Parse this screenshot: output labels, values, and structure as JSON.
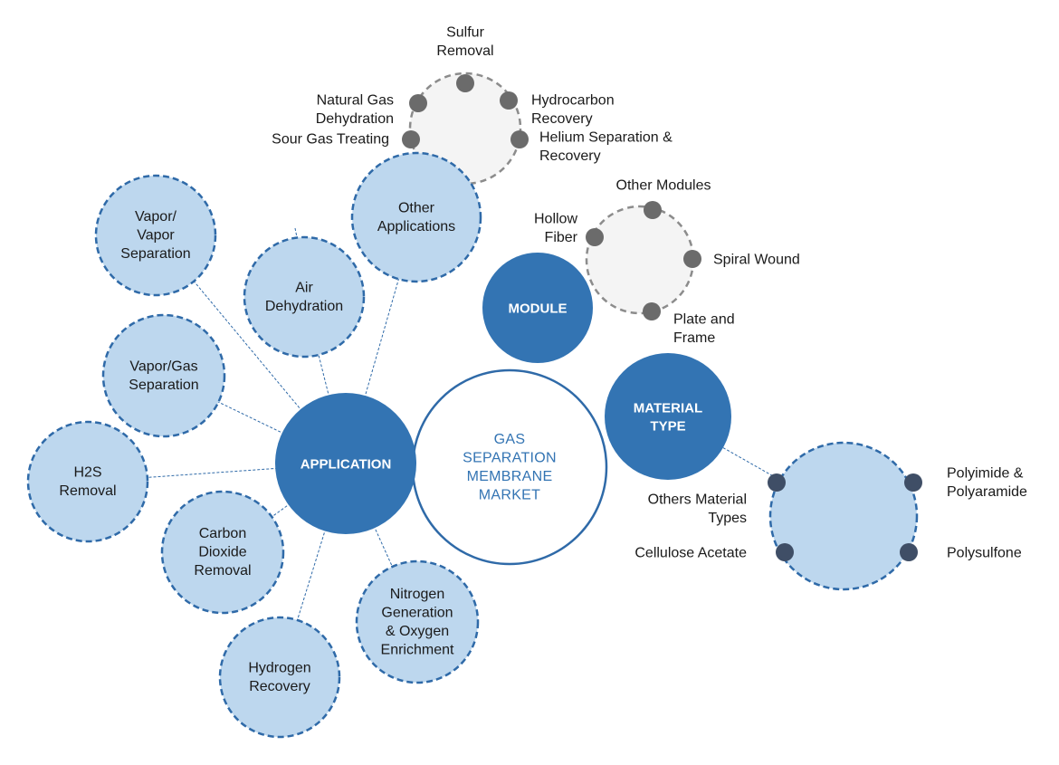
{
  "title": "Gas Separation Membrane Market",
  "colors": {
    "hub_fill": "#3374b3",
    "leaf_fill": "#bdd7ee",
    "leaf_stroke": "#2f6aa8",
    "center_stroke": "#2f6aa8",
    "center_text": "#3374b3",
    "gray_fill": "#f4f4f4",
    "gray_stroke": "#8c8c8c",
    "gray_dot": "#6b6b6b",
    "navy_dot": "#3f4e66"
  },
  "center": {
    "lines": [
      "GAS",
      "SEPARATION",
      "MEMBRANE",
      "MARKET"
    ]
  },
  "hubs": {
    "application": {
      "lines": [
        "APPLICATION"
      ]
    },
    "module": {
      "lines": [
        "MODULE"
      ]
    },
    "material_type": {
      "lines": [
        "MATERIAL",
        "TYPE"
      ]
    }
  },
  "application_segments": [
    {
      "id": "other-applications",
      "lines": [
        "Other",
        "Applications"
      ]
    },
    {
      "id": "air-dehydration",
      "lines": [
        "Air",
        "Dehydration"
      ]
    },
    {
      "id": "vapor-vapor-separation",
      "lines": [
        "Vapor/",
        "Vapor",
        "Separation"
      ]
    },
    {
      "id": "vapor-gas-separation",
      "lines": [
        "Vapor/Gas",
        "Separation"
      ]
    },
    {
      "id": "h2s-removal",
      "lines": [
        "H2S",
        "Removal"
      ]
    },
    {
      "id": "carbon-dioxide-removal",
      "lines": [
        "Carbon",
        "Dioxide",
        "Removal"
      ]
    },
    {
      "id": "hydrogen-recovery",
      "lines": [
        "Hydrogen",
        "Recovery"
      ]
    },
    {
      "id": "nitrogen-generation",
      "lines": [
        "Nitrogen",
        "Generation",
        "& Oxygen",
        "Enrichment"
      ]
    }
  ],
  "other_applications_items": [
    {
      "id": "sulfur-removal",
      "lines": [
        "Sulfur",
        "Removal"
      ]
    },
    {
      "id": "natural-gas-dehydration",
      "lines": [
        "Natural Gas",
        "Dehydration"
      ]
    },
    {
      "id": "sour-gas-treating",
      "lines": [
        "Sour Gas Treating"
      ]
    },
    {
      "id": "hydrocarbon-recovery",
      "lines": [
        "Hydrocarbon",
        "Recovery"
      ]
    },
    {
      "id": "helium-separation",
      "lines": [
        "Helium Separation &",
        "Recovery"
      ]
    }
  ],
  "module_items": [
    {
      "id": "other-modules",
      "lines": [
        "Other Modules"
      ]
    },
    {
      "id": "hollow-fiber",
      "lines": [
        "Hollow",
        "Fiber"
      ]
    },
    {
      "id": "spiral-wound",
      "lines": [
        "Spiral Wound"
      ]
    },
    {
      "id": "plate-and-frame",
      "lines": [
        "Plate and",
        "Frame"
      ]
    }
  ],
  "material_items": [
    {
      "id": "others-material-types",
      "lines": [
        "Others Material",
        "Types"
      ]
    },
    {
      "id": "cellulose-acetate",
      "lines": [
        "Cellulose Acetate"
      ]
    },
    {
      "id": "polyimide-polyaramide",
      "lines": [
        "Polyimide &",
        "Polyaramide"
      ]
    },
    {
      "id": "polysulfone",
      "lines": [
        "Polysulfone"
      ]
    }
  ]
}
